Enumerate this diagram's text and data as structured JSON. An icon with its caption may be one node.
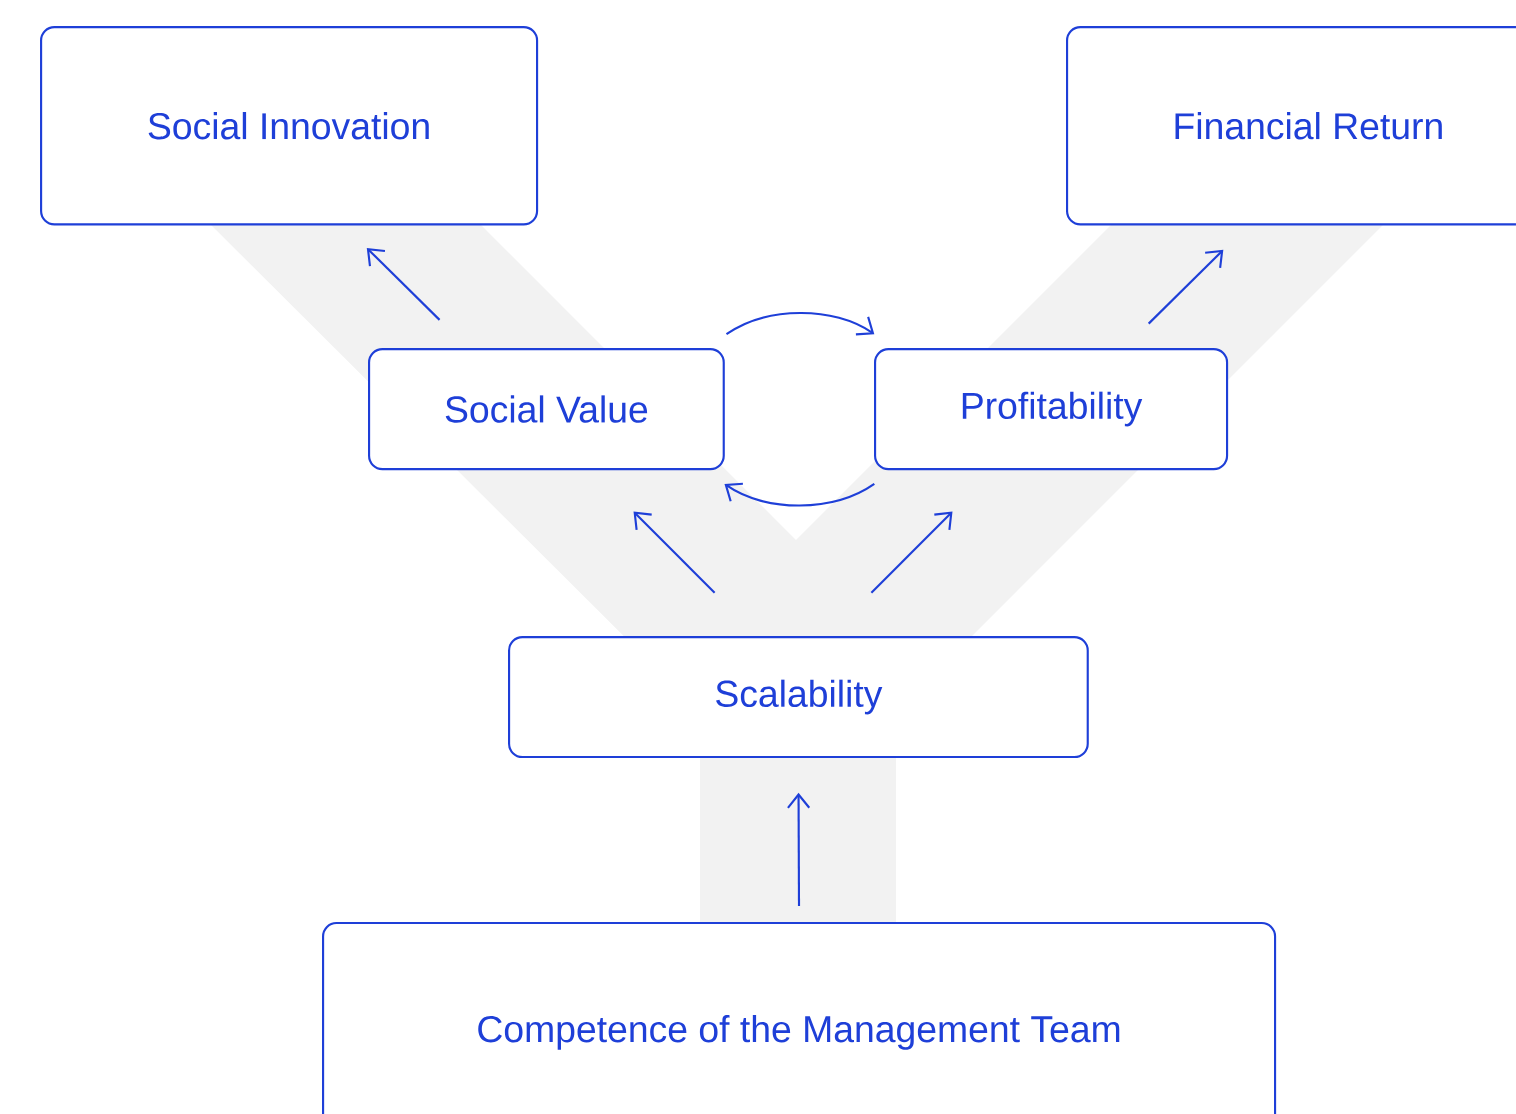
{
  "diagram": {
    "nodes": [
      {
        "text": [
          "Social Innovation"
        ]
      },
      {
        "text": [
          "Financial Return"
        ]
      },
      {
        "text": [
          "Social Value"
        ]
      },
      {
        "text": [
          "Profitability"
        ]
      },
      {
        "text": [
          "Scalability"
        ]
      },
      {
        "text": [
          "Competence of the Management Team"
        ]
      }
    ],
    "edges": [
      {
        "from": 2,
        "to": 0,
        "arrow": "to"
      },
      {
        "from": 3,
        "to": 1,
        "arrow": "to"
      },
      {
        "from": 2,
        "to": 3,
        "arrow": "to"
      },
      {
        "from": 3,
        "to": 2,
        "arrow": "to"
      },
      {
        "from": 4,
        "to": 2,
        "arrow": "to"
      },
      {
        "from": 4,
        "to": 3,
        "arrow": "to"
      },
      {
        "from": 5,
        "to": 4,
        "arrow": "to"
      }
    ]
  }
}
